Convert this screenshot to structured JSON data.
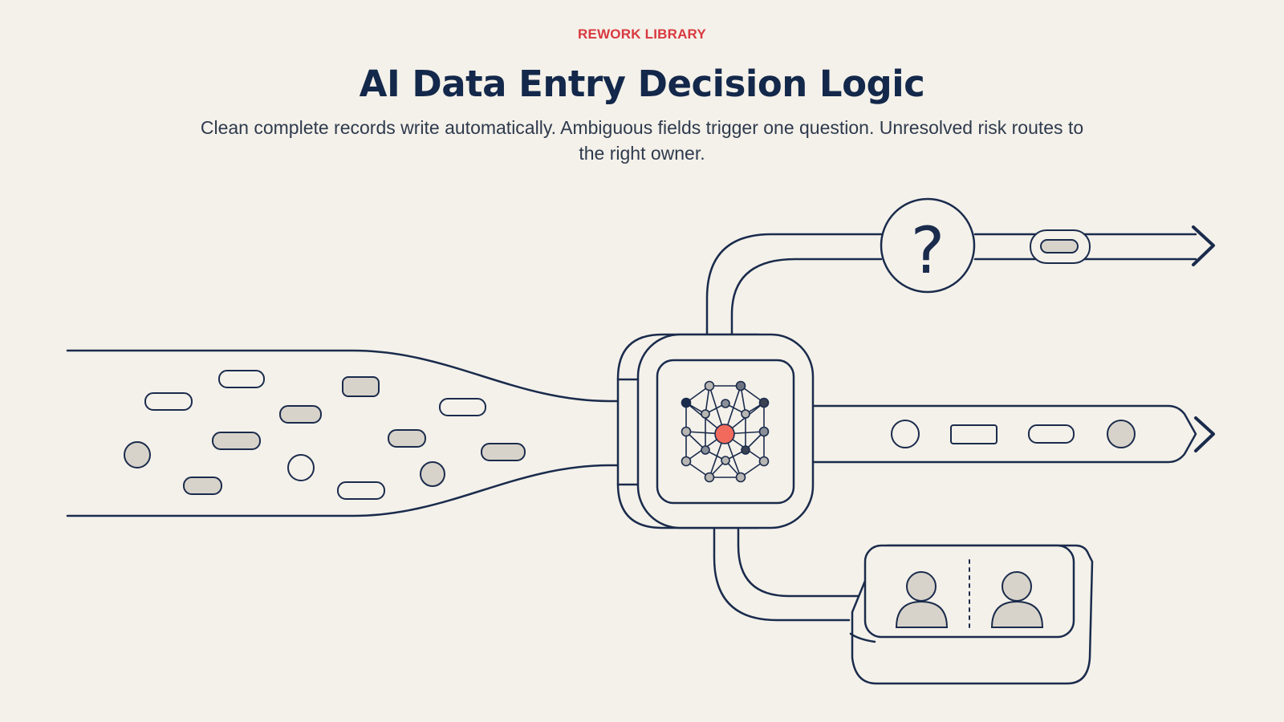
{
  "header": {
    "eyebrow": "REWORK LIBRARY",
    "title": "AI Data Entry Decision Logic",
    "subtitle": "Clean complete records write automatically. Ambiguous fields trigger one question. Unresolved risk routes to the right owner."
  },
  "diagram": {
    "question_mark": "?",
    "colors": {
      "ink": "#1A2B4C",
      "accent": "#F26A5B",
      "chip": "#D8D3CA",
      "background": "#F4F1EA"
    },
    "icons": [
      "neural-network-icon",
      "question-icon",
      "person-icon",
      "arrow-right-icon"
    ]
  }
}
